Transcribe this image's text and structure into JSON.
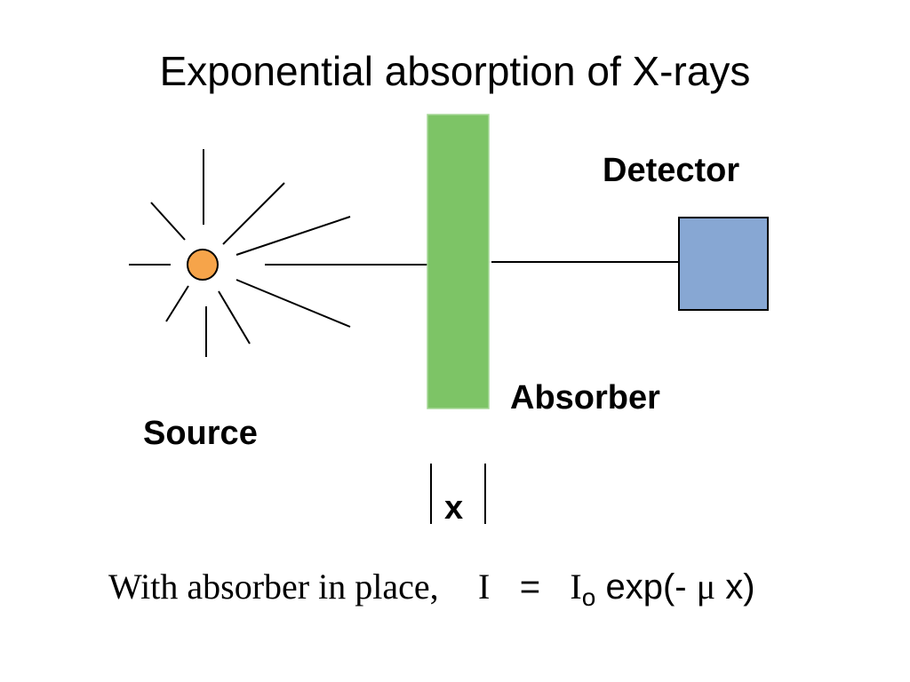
{
  "title": "Exponential absorption of X-rays",
  "labels": {
    "detector": "Detector",
    "absorber": "Absorber",
    "source": "Source",
    "thickness": "x"
  },
  "formula": {
    "prefix": "With absorber in place,",
    "intensity": "I",
    "equals": "=",
    "initial": "I",
    "initial_sub": "o",
    "expression_start": "exp(-",
    "mu": "μ",
    "expression_end": "x)"
  },
  "colors": {
    "source": "#f6a44a",
    "absorber": "#7dc466",
    "detector": "#87a7d3",
    "outline": "#000000"
  }
}
